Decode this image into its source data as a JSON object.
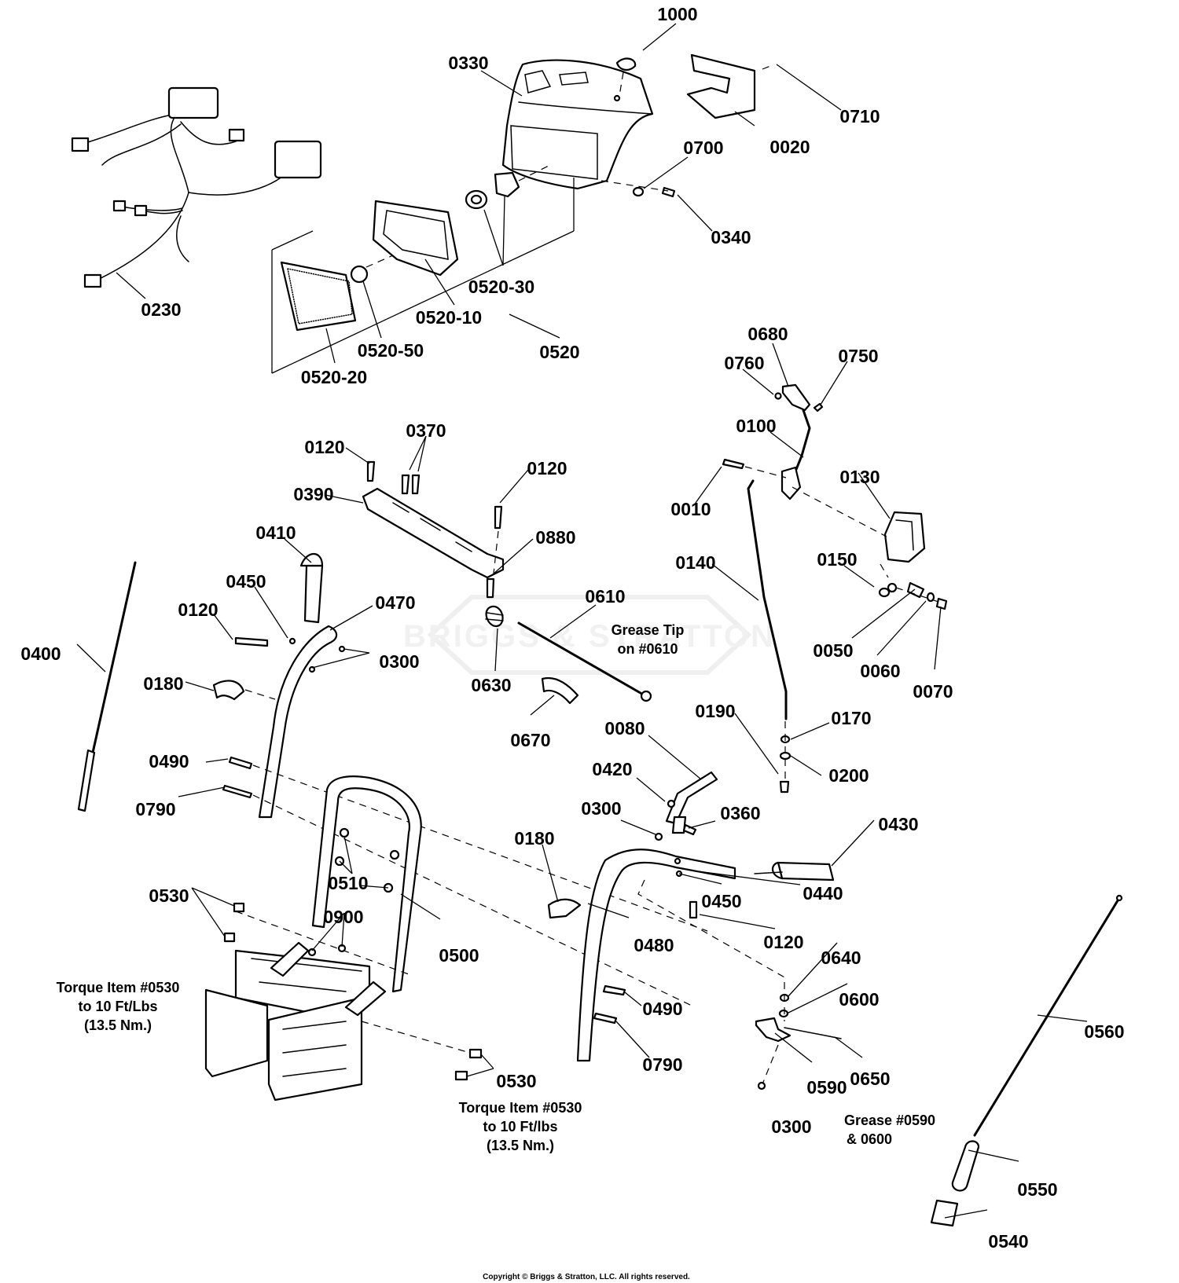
{
  "diagram": {
    "watermark": "BRIGGS & STRATTON",
    "part_labels": [
      "1000",
      "0330",
      "0020",
      "0710",
      "0700",
      "0340",
      "0230",
      "0520-30",
      "0520-10",
      "0520-50",
      "0520",
      "0520-20",
      "0680",
      "0760",
      "0750",
      "0100",
      "0370",
      "0120",
      "0120",
      "0390",
      "0010",
      "0130",
      "0410",
      "0880",
      "0140",
      "0150",
      "0450",
      "0470",
      "0120",
      "0610",
      "0300",
      "0400",
      "0180",
      "0630",
      "0050",
      "0060",
      "0070",
      "0670",
      "0190",
      "0170",
      "0080",
      "0490",
      "0200",
      "0420",
      "0790",
      "0300",
      "0360",
      "0430",
      "0180",
      "0440",
      "0510",
      "0450",
      "0530",
      "0900",
      "0500",
      "0480",
      "0120",
      "0640",
      "0490",
      "0600",
      "0560",
      "0650",
      "0790",
      "0590",
      "0530",
      "0300",
      "0550",
      "0540"
    ],
    "notes": {
      "grease_tip_line1": "Grease Tip",
      "grease_tip_line2": "on #0610",
      "torque_left_line1": "Torque Item #0530",
      "torque_left_line2": "to 10 Ft/Lbs",
      "torque_left_line3": "(13.5 Nm.)",
      "torque_bottom_line1": "Torque Item #0530",
      "torque_bottom_line2": "to 10 Ft/lbs",
      "torque_bottom_line3": "(13.5 Nm.)",
      "grease_line1": "Grease #0590",
      "grease_line2": "& 0600"
    },
    "copyright": "Copyright © Briggs & Stratton, LLC. All rights reserved."
  }
}
